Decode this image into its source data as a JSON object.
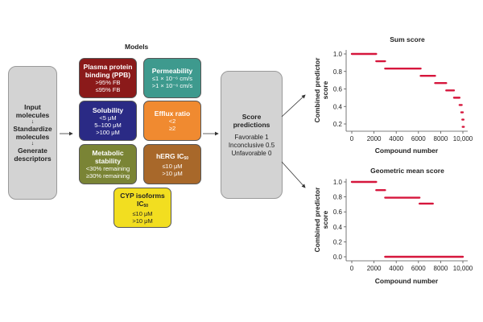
{
  "input_box": {
    "lines": [
      "Input",
      "molecules",
      "↓",
      "Standardize",
      "molecules",
      "↓",
      "Generate",
      "descriptors"
    ]
  },
  "models": {
    "title": "Models",
    "ppb": {
      "title": "Plasma protein binding (PPB)",
      "lines": [
        ">95% FB",
        "≤95% FB"
      ],
      "color": "#8b1a1a"
    },
    "permeability": {
      "title": "Permeability",
      "lines": [
        "≤1 × 10⁻⁶ cm/s",
        ">1 × 10⁻⁶ cm/s"
      ],
      "color": "#3e9a8e"
    },
    "solubility": {
      "title": "Solubility",
      "lines": [
        "<5 μM",
        "5–100 μM",
        ">100 μM"
      ],
      "color": "#2a2a85"
    },
    "efflux": {
      "title": "Efflux ratio",
      "lines": [
        "<2",
        "≥2"
      ],
      "color": "#f08a30"
    },
    "metabolic": {
      "title": "Metabolic stability",
      "lines": [
        "<30% remaining",
        "≥30% remaining"
      ],
      "color": "#7a8435"
    },
    "herg": {
      "title": "hERG IC",
      "title_sub": "50",
      "lines": [
        "≤10 μM",
        ">10 μM"
      ],
      "color": "#a8682a"
    },
    "cyp": {
      "title": "CYP isoforms",
      "title2": "IC",
      "title2_sub": "50",
      "lines": [
        "≤10 μM",
        ">10 μM"
      ],
      "color": "#f2de20"
    }
  },
  "score_box": {
    "title": "Score predictions",
    "lines": [
      "Favorable 1",
      "Inconclusive 0.5",
      "Unfavorable 0"
    ]
  },
  "chart_data": [
    {
      "type": "scatter",
      "title": "Sum score",
      "xlabel": "Compound number",
      "ylabel": "Combined predictor score",
      "xlim": [
        0,
        10000
      ],
      "ylim": [
        0.15,
        1.0
      ],
      "xticks": [
        0,
        2000,
        4000,
        6000,
        8000,
        10000
      ],
      "xtick_labels": [
        "0",
        "2000",
        "4000",
        "6000",
        "8000",
        "10,000"
      ],
      "yticks": [
        0.2,
        0.4,
        0.6,
        0.8,
        1.0
      ],
      "ytick_labels": [
        "0.2",
        "0.4",
        "0.6",
        "0.8",
        "1.0"
      ],
      "color": "#d6163c",
      "segments": [
        {
          "x0": 0,
          "x1": 2200,
          "y": 1.0
        },
        {
          "x0": 2200,
          "x1": 3000,
          "y": 0.917
        },
        {
          "x0": 3000,
          "x1": 6200,
          "y": 0.833
        },
        {
          "x0": 6200,
          "x1": 7500,
          "y": 0.75
        },
        {
          "x0": 7500,
          "x1": 8500,
          "y": 0.667
        },
        {
          "x0": 8500,
          "x1": 9200,
          "y": 0.583
        },
        {
          "x0": 9200,
          "x1": 9700,
          "y": 0.5
        },
        {
          "x0": 9700,
          "x1": 9900,
          "y": 0.417
        },
        {
          "x0": 9850,
          "x1": 10000,
          "y": 0.333
        },
        {
          "x0": 9950,
          "x1": 10000,
          "y": 0.25
        },
        {
          "x0": 9980,
          "x1": 10000,
          "y": 0.167
        }
      ]
    },
    {
      "type": "scatter",
      "title": "Geometric mean score",
      "xlabel": "Compound number",
      "ylabel": "Combined predictor score",
      "xlim": [
        0,
        10000
      ],
      "ylim": [
        0.0,
        1.0
      ],
      "xticks": [
        0,
        2000,
        4000,
        6000,
        8000,
        10000
      ],
      "xtick_labels": [
        "0",
        "2000",
        "4000",
        "6000",
        "8000",
        "10,000"
      ],
      "yticks": [
        0.0,
        0.2,
        0.4,
        0.6,
        0.8,
        1.0
      ],
      "ytick_labels": [
        "0.0",
        "0.2",
        "0.4",
        "0.6",
        "0.8",
        "1.0"
      ],
      "color": "#d6163c",
      "segments": [
        {
          "x0": 0,
          "x1": 2200,
          "y": 1.0
        },
        {
          "x0": 2200,
          "x1": 3000,
          "y": 0.89
        },
        {
          "x0": 3000,
          "x1": 6100,
          "y": 0.79
        },
        {
          "x0": 6100,
          "x1": 7300,
          "y": 0.71
        },
        {
          "x0": 3000,
          "x1": 10000,
          "y": 0.0
        }
      ]
    }
  ]
}
